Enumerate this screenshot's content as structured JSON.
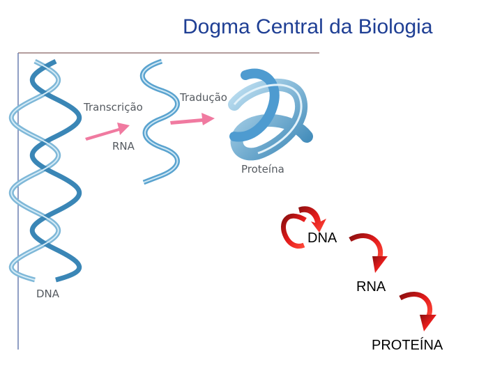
{
  "slide": {
    "title": "Dogma Central da Biologia"
  },
  "figure": {
    "label_transcription": "Transcrição",
    "label_translation": "Tradução",
    "label_rna": "RNA",
    "label_protein": "Proteína",
    "label_dna": "DNA"
  },
  "flow": {
    "steps": [
      "DNA",
      "RNA",
      "PROTEÍNA"
    ]
  },
  "colors": {
    "title": "#1f3f94",
    "helix": "#7fb8d8",
    "helix_dark": "#3a86b6",
    "arrow_pink": "#f07aa0",
    "arrow_red": "#e31b1b"
  }
}
